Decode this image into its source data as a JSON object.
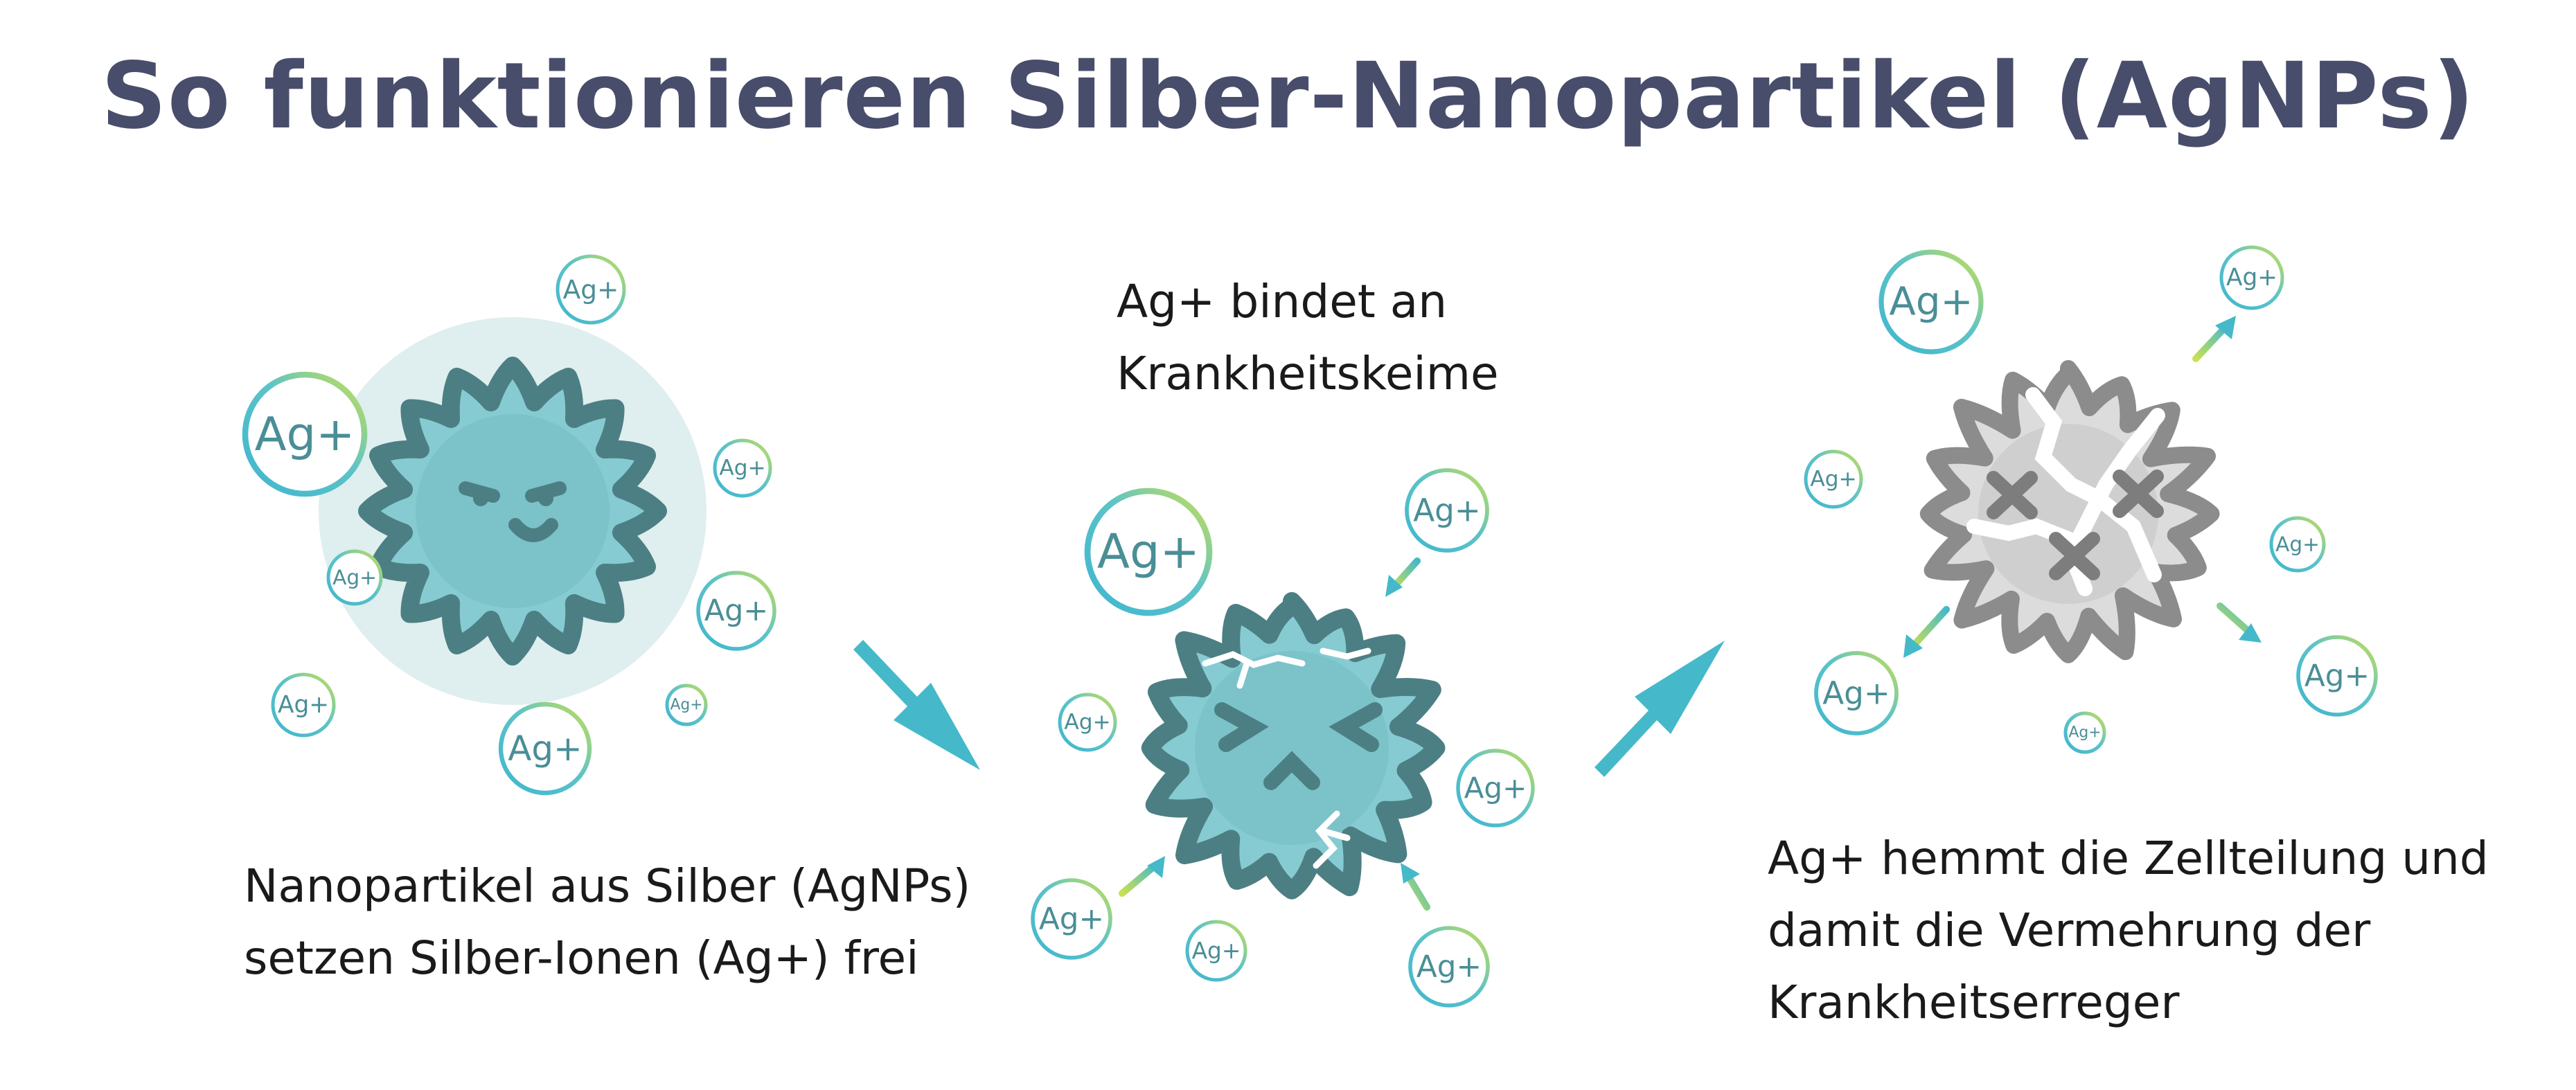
{
  "title": "So funktionieren Silber-Nanopartikel (AgNPs)",
  "ion_label": "Ag+",
  "captions": {
    "step1": [
      "Nanopartikel aus Silber (AgNPs)",
      "setzen Silber-Ionen (Ag+) frei"
    ],
    "step2": [
      "Ag+ bindet an",
      "Krankheitskeime"
    ],
    "step3": [
      "Ag+ hemmt die Zellteilung und",
      "damit die Vermehrung der",
      "Krankheitserreger"
    ]
  },
  "colors": {
    "title": "#484d6b",
    "particle_body": "#86cbd2",
    "particle_outline": "#4c7f83",
    "halo": "#dfeeee",
    "arrow": "#45b9c9",
    "ion_gradient_start": "#3fb6cf",
    "ion_gradient_end": "#c9e052",
    "dead_cell_fill": "#dcdcdc",
    "dead_cell_outline": "#8c8c8c"
  },
  "icons": [
    "silver-nanoparticle",
    "happy-face",
    "sad-germ-face",
    "cracked-germ",
    "dead-germ-fragments",
    "silver-ion",
    "step-arrow"
  ]
}
